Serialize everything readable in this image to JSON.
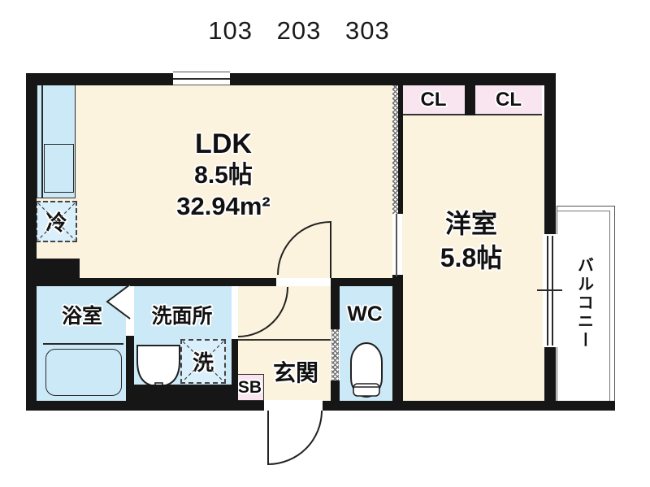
{
  "title": "103 203 303",
  "colors": {
    "floor_cream": "#FCF3DF",
    "water_blue": "#CBE9F7",
    "icon_blue": "#D9EFFB",
    "closet_pink": "#F8E5F0",
    "wall_black": "#161616"
  },
  "rooms": {
    "ldk": {
      "label": "LDK",
      "tatami": "8.5帖",
      "area": "32.94m²"
    },
    "western": {
      "label": "洋室",
      "tatami": "5.8帖"
    },
    "closet_left": {
      "label": "CL"
    },
    "closet_right": {
      "label": "CL"
    },
    "bath": {
      "label": "浴室"
    },
    "washroom": {
      "label": "洗面所"
    },
    "toilet": {
      "label": "WC"
    },
    "entrance": {
      "label": "玄関"
    },
    "shoebox": {
      "label": "SB"
    },
    "balcony": {
      "label": "バルコニー"
    },
    "refrigerator": {
      "label": "冷"
    },
    "washer": {
      "label": "洗"
    }
  }
}
